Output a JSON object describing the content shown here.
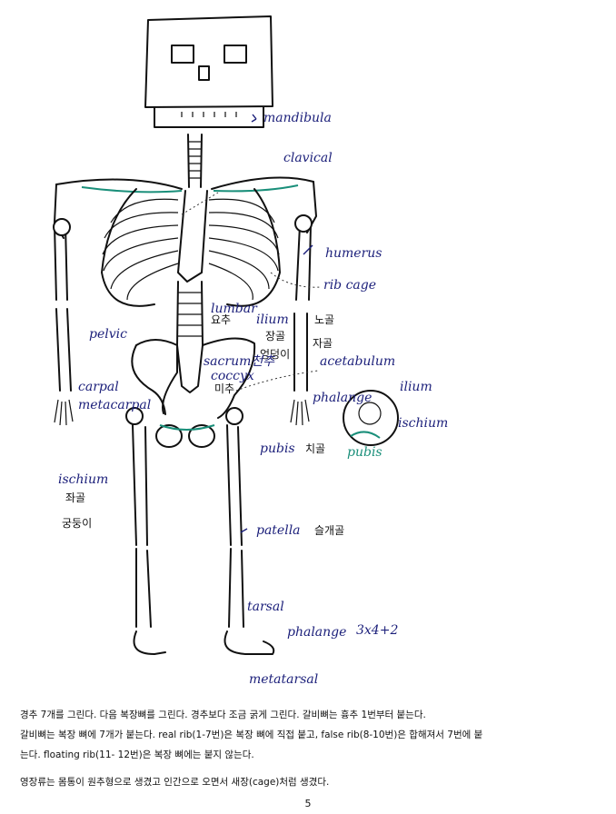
{
  "labels": {
    "mandibula": "mandibula",
    "clavical": "clavical",
    "humerus": "humerus",
    "rib_cage": "rib cage",
    "lumbar": "lumbar",
    "lumbar_ko": "요추",
    "ilium": "ilium",
    "ilium_ko1": "장골",
    "ilium_ko2": "엉덩이",
    "ulna_ko": "노골",
    "radius_ko": "자골",
    "acetabulum": "acetabulum",
    "pelvic": "pelvic",
    "sacrum": "sacrum천추",
    "coccyx": "coccyx",
    "coccyx_ko": "미추",
    "phalange_hand": "phalange",
    "carpal": "carpal",
    "metacarpal": "metacarpal",
    "ilium_small": "ilium",
    "ischium_right": "ischium",
    "pubis_green": "pubis",
    "pubis": "pubis",
    "pubis_ko": "치골",
    "ischium_left": "ischium",
    "ischium_ko1": "좌골",
    "ischium_ko2": "궁둥이",
    "patella": "patella",
    "patella_ko": "슬개골",
    "tarsal": "tarsal",
    "phalange_foot": "phalange",
    "phalange_formula": "3x4+2",
    "metatarsal": "metatarsal"
  },
  "text": {
    "line1": "경추 7개를 그린다. 다음 복장뼈를 그린다. 경추보다 조금 굵게 그린다. 갈비뼈는 흉추 1번부터 붙는다.",
    "line2": "갈비뼈는 복장 뼈에 7개가 붙는다. real rib(1-7번)은 복장 뼈에 직접 붙고, false rib(8-10번)은 합해져서  7번에 붙",
    "line3": "는다. floating rib(11- 12번)은 복장 뼈에는 붙지 않는다.",
    "line4": "영장류는 몸통이 원추형으로 생겼고 인간으로 오면서 새장(cage)처럼 생겼다."
  },
  "page_number": "5",
  "colors": {
    "ink": "#111111",
    "label_blue": "#1b1f7a",
    "teal": "#1a8f7a"
  }
}
